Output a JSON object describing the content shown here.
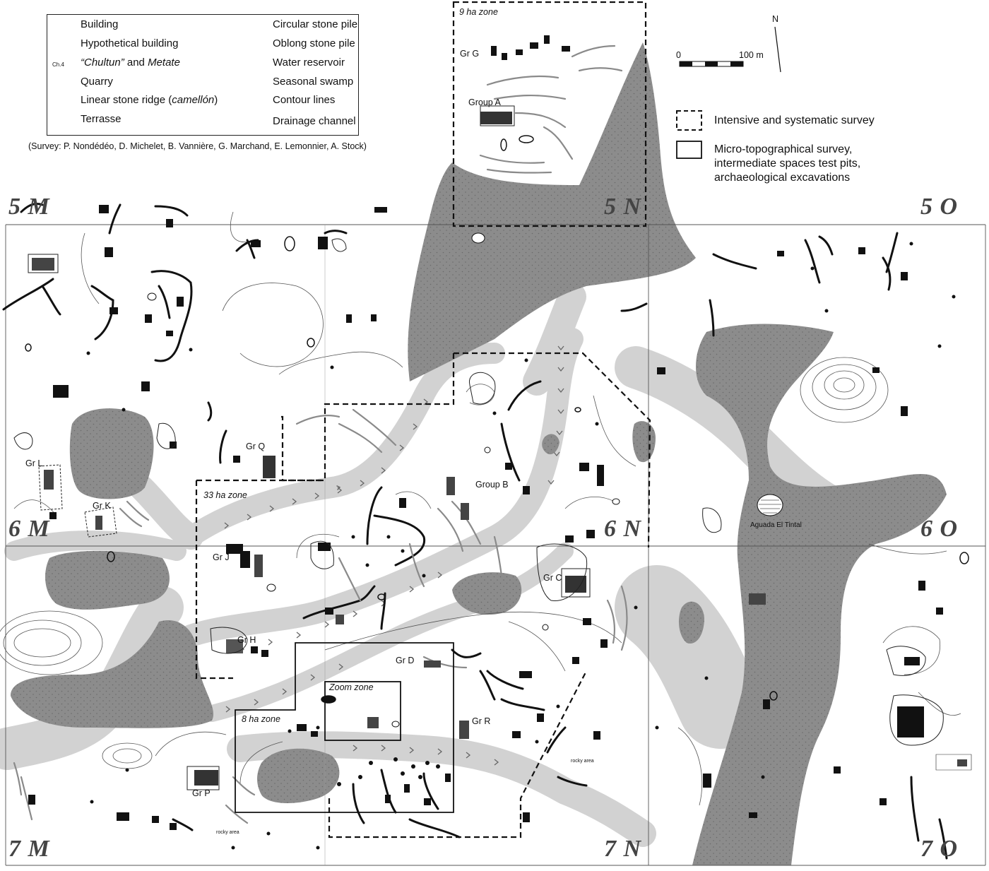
{
  "legend": {
    "left": [
      {
        "key": "building",
        "label": "Building"
      },
      {
        "key": "hypothetical",
        "label": "Hypothetical building"
      },
      {
        "key": "chultun",
        "label_em1": "“Chultun”",
        "label_mid": " and ",
        "label_em2": "Metate",
        "mini": "Ch.4"
      },
      {
        "key": "quarry",
        "label": "Quarry"
      },
      {
        "key": "ridge",
        "label_pre": "Linear stone ridge (",
        "label_em": "camellón",
        "label_post": ")"
      },
      {
        "key": "terrasse",
        "label": "Terrasse"
      }
    ],
    "right": [
      {
        "key": "circular",
        "label": "Circular stone pile"
      },
      {
        "key": "oblong",
        "label": "Oblong stone pile"
      },
      {
        "key": "water",
        "label": "Water reservoir"
      },
      {
        "key": "swamp",
        "label": "Seasonal swamp"
      },
      {
        "key": "contour",
        "label": "Contour lines"
      },
      {
        "key": "drainage",
        "label": "Drainage channel"
      }
    ],
    "credit": "(Survey: P. Nondédéo, D. Michelet, B. Vannière, G. Marchand, E. Lemonnier, A. Stock)"
  },
  "scale": {
    "zero": "0",
    "max": "100 m",
    "north": "N"
  },
  "survey_legend": {
    "dashed": "Intensive and systematic survey",
    "solid_lines": [
      "Micro-topographical survey,",
      "intermediate spaces test pits,",
      "archaeological excavations"
    ]
  },
  "grid_labels": [
    "5 M",
    "5 N",
    "5 O",
    "6 M",
    "6 N",
    "6 O",
    "7 M",
    "7 N",
    "7 O"
  ],
  "zones": [
    "9 ha zone",
    "33 ha zone",
    "8 ha zone",
    "Zoom zone"
  ],
  "groups": [
    "Gr G",
    "Group A",
    "Gr Q",
    "Gr L",
    "Gr K",
    "Group B",
    "Gr J",
    "Gr C",
    "Gr H",
    "Gr D",
    "Gr R",
    "Gr P"
  ],
  "places": {
    "aguada": "Aguada El Tintal",
    "rocky1": "rocky area",
    "rocky2": "rocky area"
  },
  "colors": {
    "swamp": "#8c8c8c",
    "drainage": "#d2d2d2",
    "building": "#111111",
    "terrasse": "#8a8a8a"
  }
}
